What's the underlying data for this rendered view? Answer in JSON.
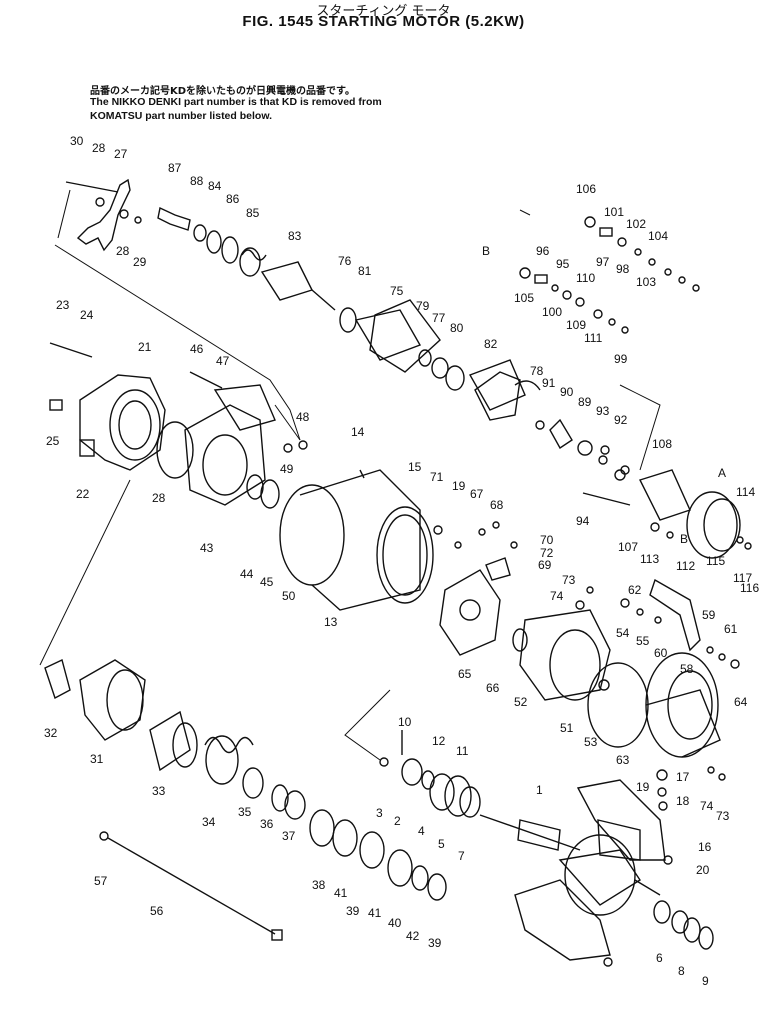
{
  "header": {
    "title_jp": "スターチィング モータ",
    "title": "FIG. 1545  STARTING MOTOR (5.2KW)"
  },
  "note": {
    "jp": "品番のメーカ記号KDを除いたものが日興電機の品番です。",
    "line1": "The NIKKO DENKI part number is that KD is removed from",
    "line2": "KOMATSU part number listed below."
  },
  "callouts": [
    {
      "t": "30"
    },
    {
      "t": "28"
    },
    {
      "t": "27"
    },
    {
      "t": "87"
    },
    {
      "t": "88"
    },
    {
      "t": "84"
    },
    {
      "t": "86"
    },
    {
      "t": "85"
    },
    {
      "t": "83"
    },
    {
      "t": "28"
    },
    {
      "t": "29"
    },
    {
      "t": "76"
    },
    {
      "t": "81"
    },
    {
      "t": "75"
    },
    {
      "t": "79"
    },
    {
      "t": "77"
    },
    {
      "t": "80"
    },
    {
      "t": "82"
    },
    {
      "t": "106"
    },
    {
      "t": "101"
    },
    {
      "t": "102"
    },
    {
      "t": "104"
    },
    {
      "t": "97"
    },
    {
      "t": "98"
    },
    {
      "t": "103"
    },
    {
      "t": "B"
    },
    {
      "t": "96"
    },
    {
      "t": "95"
    },
    {
      "t": "110"
    },
    {
      "t": "105"
    },
    {
      "t": "100"
    },
    {
      "t": "109"
    },
    {
      "t": "111"
    },
    {
      "t": "23"
    },
    {
      "t": "24"
    },
    {
      "t": "21"
    },
    {
      "t": "46"
    },
    {
      "t": "47"
    },
    {
      "t": "48"
    },
    {
      "t": "49"
    },
    {
      "t": "25"
    },
    {
      "t": "22"
    },
    {
      "t": "28"
    },
    {
      "t": "43"
    },
    {
      "t": "44"
    },
    {
      "t": "45"
    },
    {
      "t": "50"
    },
    {
      "t": "13"
    },
    {
      "t": "14"
    },
    {
      "t": "15"
    },
    {
      "t": "71"
    },
    {
      "t": "19"
    },
    {
      "t": "67"
    },
    {
      "t": "68"
    },
    {
      "t": "70"
    },
    {
      "t": "72"
    },
    {
      "t": "69"
    },
    {
      "t": "78"
    },
    {
      "t": "91"
    },
    {
      "t": "90"
    },
    {
      "t": "89"
    },
    {
      "t": "93"
    },
    {
      "t": "92"
    },
    {
      "t": "99"
    },
    {
      "t": "108"
    },
    {
      "t": "A"
    },
    {
      "t": "114"
    },
    {
      "t": "94"
    },
    {
      "t": "107"
    },
    {
      "t": "113"
    },
    {
      "t": "B"
    },
    {
      "t": "112"
    },
    {
      "t": "115"
    },
    {
      "t": "117"
    },
    {
      "t": "116"
    },
    {
      "t": "73"
    },
    {
      "t": "74"
    },
    {
      "t": "62"
    },
    {
      "t": "54"
    },
    {
      "t": "55"
    },
    {
      "t": "60"
    },
    {
      "t": "59"
    },
    {
      "t": "61"
    },
    {
      "t": "58"
    },
    {
      "t": "65"
    },
    {
      "t": "66"
    },
    {
      "t": "52"
    },
    {
      "t": "51"
    },
    {
      "t": "53"
    },
    {
      "t": "63"
    },
    {
      "t": "64"
    },
    {
      "t": "32"
    },
    {
      "t": "31"
    },
    {
      "t": "33"
    },
    {
      "t": "34"
    },
    {
      "t": "35"
    },
    {
      "t": "36"
    },
    {
      "t": "37"
    },
    {
      "t": "10"
    },
    {
      "t": "12"
    },
    {
      "t": "11"
    },
    {
      "t": "3"
    },
    {
      "t": "2"
    },
    {
      "t": "4"
    },
    {
      "t": "5"
    },
    {
      "t": "7"
    },
    {
      "t": "17"
    },
    {
      "t": "19"
    },
    {
      "t": "18"
    },
    {
      "t": "74"
    },
    {
      "t": "73"
    },
    {
      "t": "16"
    },
    {
      "t": "20"
    },
    {
      "t": "57"
    },
    {
      "t": "56"
    },
    {
      "t": "38"
    },
    {
      "t": "41"
    },
    {
      "t": "39"
    },
    {
      "t": "41"
    },
    {
      "t": "40"
    },
    {
      "t": "42"
    },
    {
      "t": "39"
    },
    {
      "t": "6"
    },
    {
      "t": "8"
    },
    {
      "t": "9"
    },
    {
      "t": "1"
    }
  ]
}
